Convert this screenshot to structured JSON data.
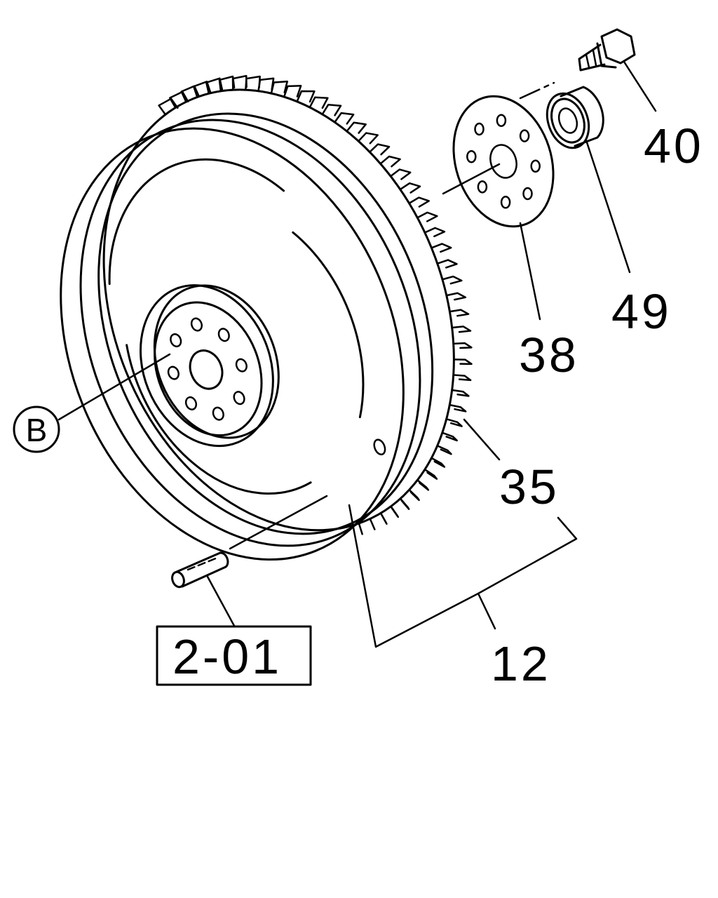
{
  "diagram": {
    "callout_b": "B",
    "labels": {
      "part_40": "40",
      "part_49": "49",
      "part_38": "38",
      "part_35": "35",
      "part_12": "12",
      "ref_2_01": "2-01"
    }
  }
}
